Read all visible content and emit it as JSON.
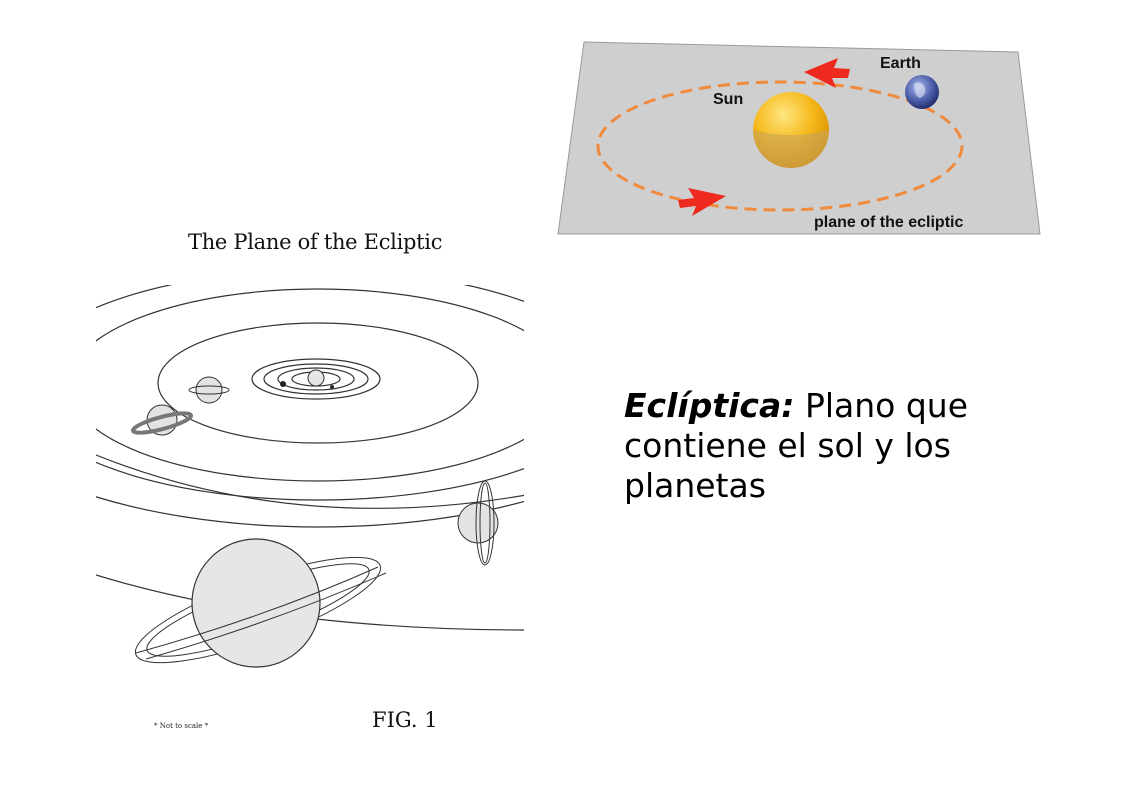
{
  "ecliptic_diagram": {
    "label_sun": "Sun",
    "label_earth": "Earth",
    "label_plane": "plane of the ecliptic",
    "colors": {
      "plane": "#cfcfcf",
      "orbit": "#f08a3c",
      "arrow": "#ee2a1e",
      "sun": "#f5b91c",
      "earth": "#3c4f9a"
    }
  },
  "fig1": {
    "title": "The Plane of the Ecliptic",
    "note": "* Not to scale *",
    "label": "FIG. 1"
  },
  "definition": {
    "term": "Eclíptica:",
    "text": " Plano que contiene el sol y los planetas"
  }
}
